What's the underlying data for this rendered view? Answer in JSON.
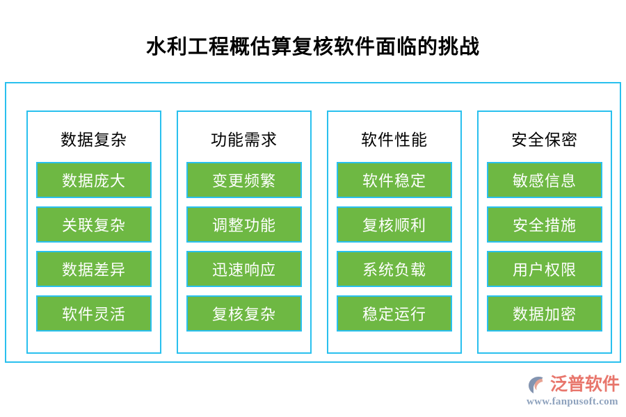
{
  "page": {
    "title": "水利工程概估算复核软件面临的挑战",
    "background_color": "#ffffff",
    "frame_border_color": "#29c0ee",
    "item_fill_color": "#6eb843",
    "item_text_color": "#ffffff",
    "header_text_color": "#000000"
  },
  "columns": [
    {
      "header": "数据复杂",
      "items": [
        "数据庞大",
        "关联复杂",
        "数据差异",
        "软件灵活"
      ]
    },
    {
      "header": "功能需求",
      "items": [
        "变更频繁",
        "调整功能",
        "迅速响应",
        "复核复杂"
      ]
    },
    {
      "header": "软件性能",
      "items": [
        "软件稳定",
        "复核顺利",
        "系统负载",
        "稳定运行"
      ]
    },
    {
      "header": "安全保密",
      "items": [
        "敏感信息",
        "安全措施",
        "用户权限",
        "数据加密"
      ]
    }
  ],
  "logo": {
    "wordmark": "泛普软件",
    "url": "www.fanpusoft.com",
    "mark_icon": "fanpu-c-arc-logo-icon",
    "wordmark_color": "#e8766c",
    "url_color": "#8ea2bd",
    "mark_outer_color": "#8394b0",
    "mark_inner_color": "#e8a393"
  }
}
